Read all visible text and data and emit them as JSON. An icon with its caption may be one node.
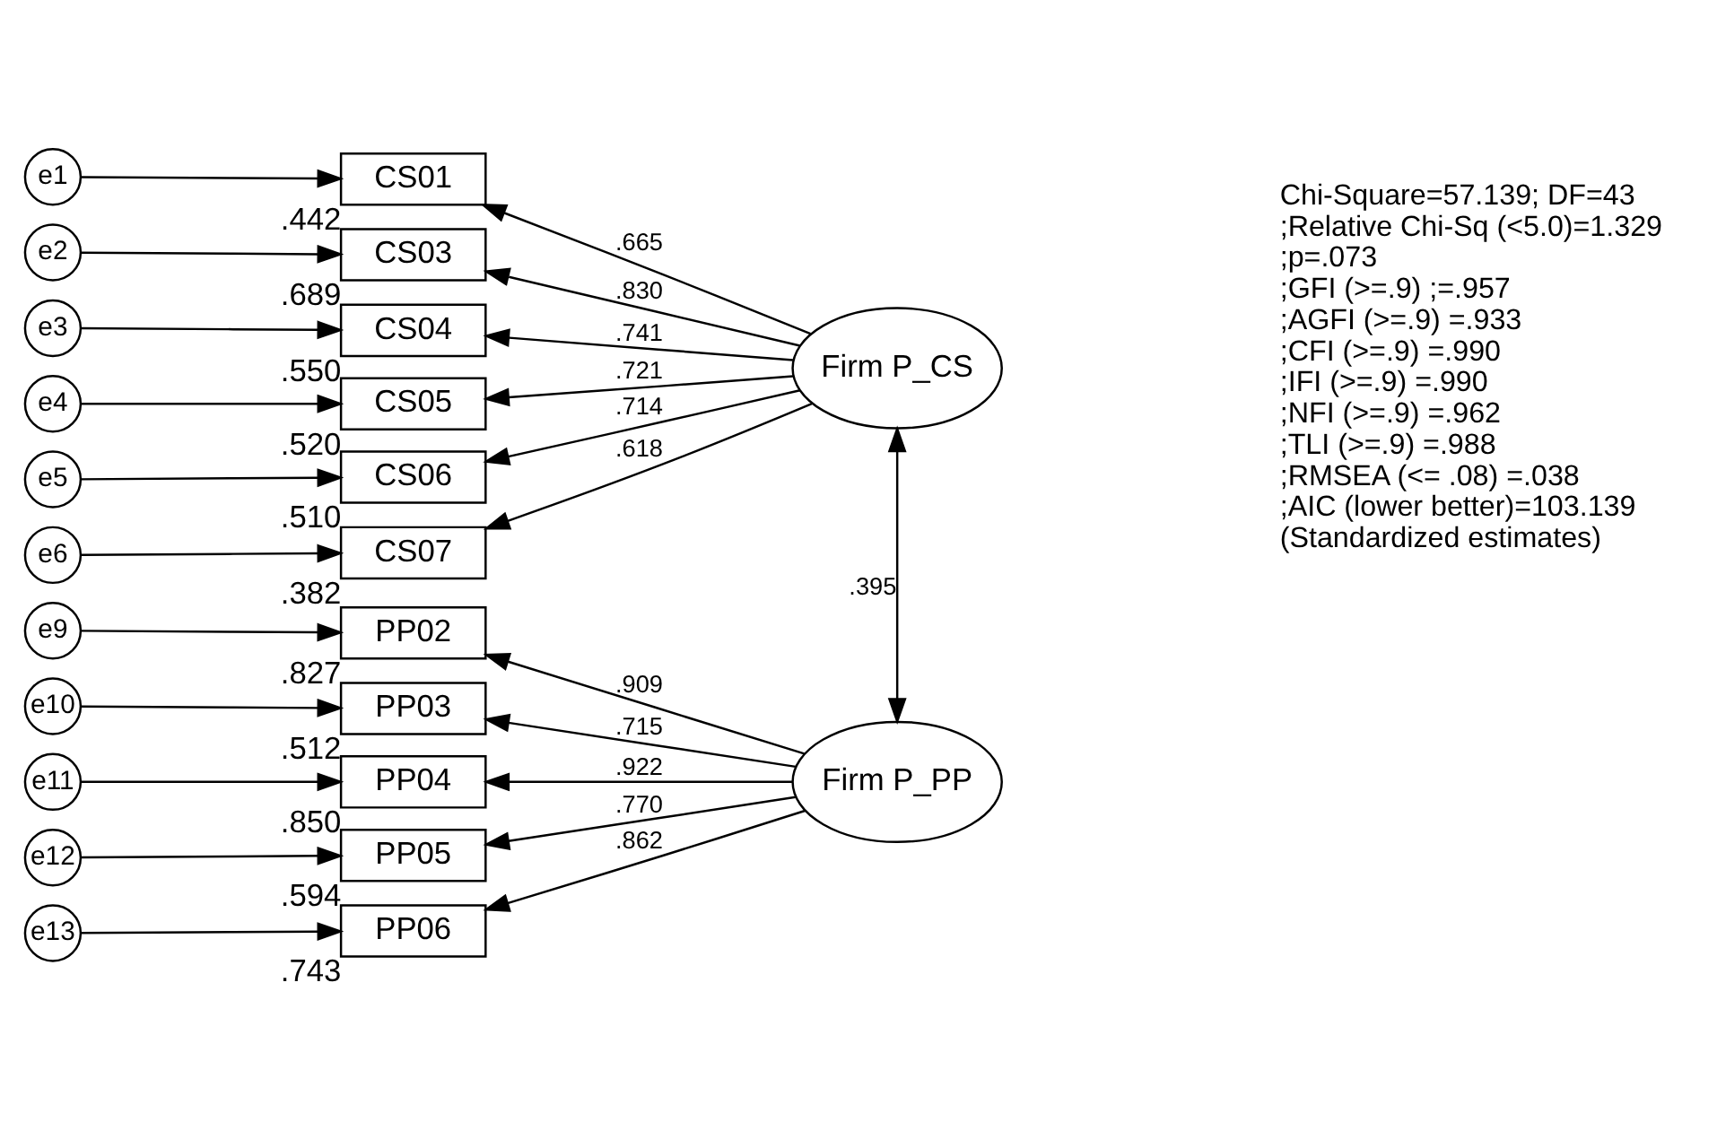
{
  "diagram": {
    "nodes": [
      {
        "text": [
          "e1"
        ]
      },
      {
        "text": [
          "e2"
        ]
      },
      {
        "text": [
          "e3"
        ]
      },
      {
        "text": [
          "e4"
        ]
      },
      {
        "text": [
          "e5"
        ]
      },
      {
        "text": [
          "e6"
        ]
      },
      {
        "text": [
          "CS01"
        ],
        "beside": [
          ".442"
        ]
      },
      {
        "text": [
          "CS03"
        ],
        "beside": [
          ".689"
        ]
      },
      {
        "text": [
          "CS04"
        ],
        "beside": [
          ".550"
        ]
      },
      {
        "text": [
          "CS05"
        ],
        "beside": [
          ".520"
        ]
      },
      {
        "text": [
          "CS06"
        ],
        "beside": [
          ".510"
        ]
      },
      {
        "text": [
          "CS07"
        ],
        "beside": [
          ".382"
        ]
      },
      {
        "text": [
          "Firm P_CS"
        ]
      },
      {
        "text": [
          "e9"
        ]
      },
      {
        "text": [
          "e10"
        ]
      },
      {
        "text": [
          "e11"
        ]
      },
      {
        "text": [
          "e12"
        ]
      },
      {
        "text": [
          "e13"
        ]
      },
      {
        "text": [
          "PP02"
        ],
        "beside": [
          ".827"
        ]
      },
      {
        "text": [
          "PP03"
        ],
        "beside": [
          ".512"
        ]
      },
      {
        "text": [
          "PP04"
        ],
        "beside": [
          ".850"
        ]
      },
      {
        "text": [
          "PP05"
        ],
        "beside": [
          ".594"
        ]
      },
      {
        "text": [
          "PP06"
        ],
        "beside": [
          ".743"
        ]
      },
      {
        "text": [
          "Firm P_PP"
        ]
      }
    ],
    "edges": [
      {
        "from": 0,
        "to": 6,
        "arrow": "to"
      },
      {
        "from": 1,
        "to": 7,
        "arrow": "to"
      },
      {
        "from": 2,
        "to": 8,
        "arrow": "to"
      },
      {
        "from": 3,
        "to": 9,
        "arrow": "to"
      },
      {
        "from": 4,
        "to": 10,
        "arrow": "to"
      },
      {
        "from": 5,
        "to": 11,
        "arrow": "to"
      },
      {
        "from": 12,
        "to": 6,
        "arrow": "to",
        "label": ".665"
      },
      {
        "from": 12,
        "to": 7,
        "arrow": "to",
        "label": ".830"
      },
      {
        "from": 12,
        "to": 8,
        "arrow": "to",
        "label": ".741"
      },
      {
        "from": 12,
        "to": 9,
        "arrow": "to",
        "label": ".721"
      },
      {
        "from": 12,
        "to": 10,
        "arrow": "to",
        "label": ".714"
      },
      {
        "from": 12,
        "to": 11,
        "arrow": "to",
        "label": ".618"
      },
      {
        "from": 12,
        "to": 23,
        "arrow": "both",
        "label": ".395"
      },
      {
        "from": 13,
        "to": 18,
        "arrow": "to"
      },
      {
        "from": 14,
        "to": 19,
        "arrow": "to"
      },
      {
        "from": 15,
        "to": 20,
        "arrow": "to"
      },
      {
        "from": 16,
        "to": 21,
        "arrow": "to"
      },
      {
        "from": 17,
        "to": 22,
        "arrow": "to"
      },
      {
        "from": 23,
        "to": 18,
        "arrow": "to",
        "label": ".909"
      },
      {
        "from": 23,
        "to": 19,
        "arrow": "to",
        "label": ".715"
      },
      {
        "from": 23,
        "to": 20,
        "arrow": "to",
        "label": ".922"
      },
      {
        "from": 23,
        "to": 21,
        "arrow": "to",
        "label": ".770"
      },
      {
        "from": 23,
        "to": 22,
        "arrow": "to",
        "label": ".862"
      }
    ],
    "labels": [
      "Chi-Square=57.139; DF=43",
      ";Relative Chi-Sq (<5.0)=1.329",
      ";p=.073",
      ";GFI (>=.9) ;=.957",
      ";AGFI (>=.9) =.933",
      ";CFI (>=.9) =.990",
      ";IFI (>=.9) =.990",
      ";NFI (>=.9) =.962",
      ";TLI (>=.9) =.988",
      ";RMSEA (<= .08) =.038",
      ";AIC (lower better)=103.139",
      "(Standardized estimates)"
    ]
  }
}
